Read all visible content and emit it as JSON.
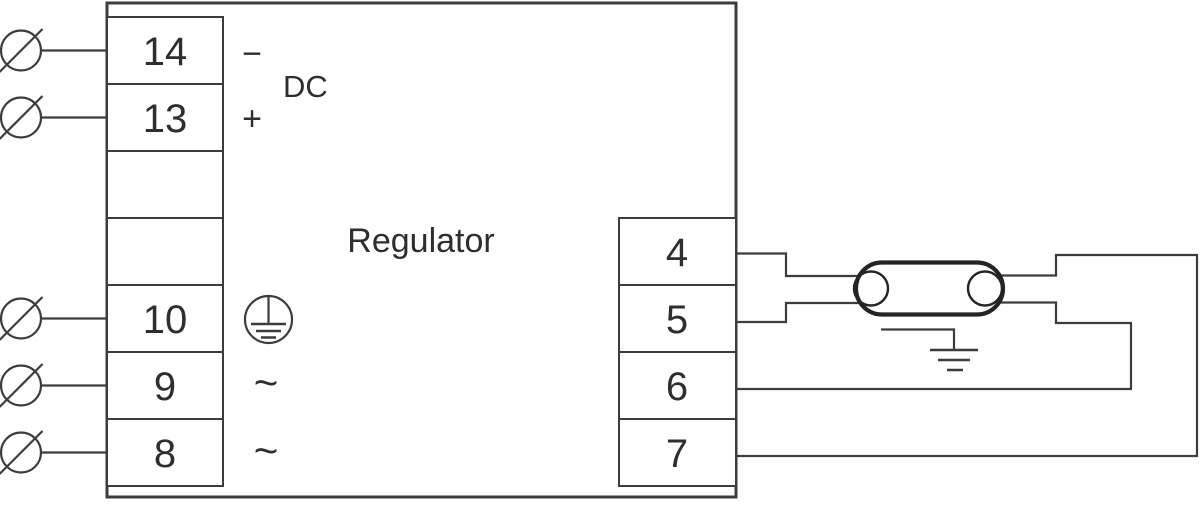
{
  "diagram": {
    "device": {
      "label": "Regulator"
    },
    "dc_section": {
      "minus": "−",
      "plus": "+",
      "label": "DC"
    },
    "ac_section": {
      "tilde_9": "~",
      "tilde_8": "~"
    },
    "left_terminals": [
      "14",
      "13",
      "",
      "",
      "10",
      "9",
      "8"
    ],
    "right_terminals": [
      "4",
      "5",
      "6",
      "7"
    ],
    "icons": {
      "screw_terminal": "circle-slash",
      "protective_earth": "earth-in-circle",
      "ground": "earth-ground",
      "lamp": "double-ended-discharge-lamp"
    },
    "colors": {
      "line": "#3c3c3c",
      "lamp_outline": "#242424",
      "text": "#2e2e2e",
      "background": "#ffffff"
    }
  }
}
